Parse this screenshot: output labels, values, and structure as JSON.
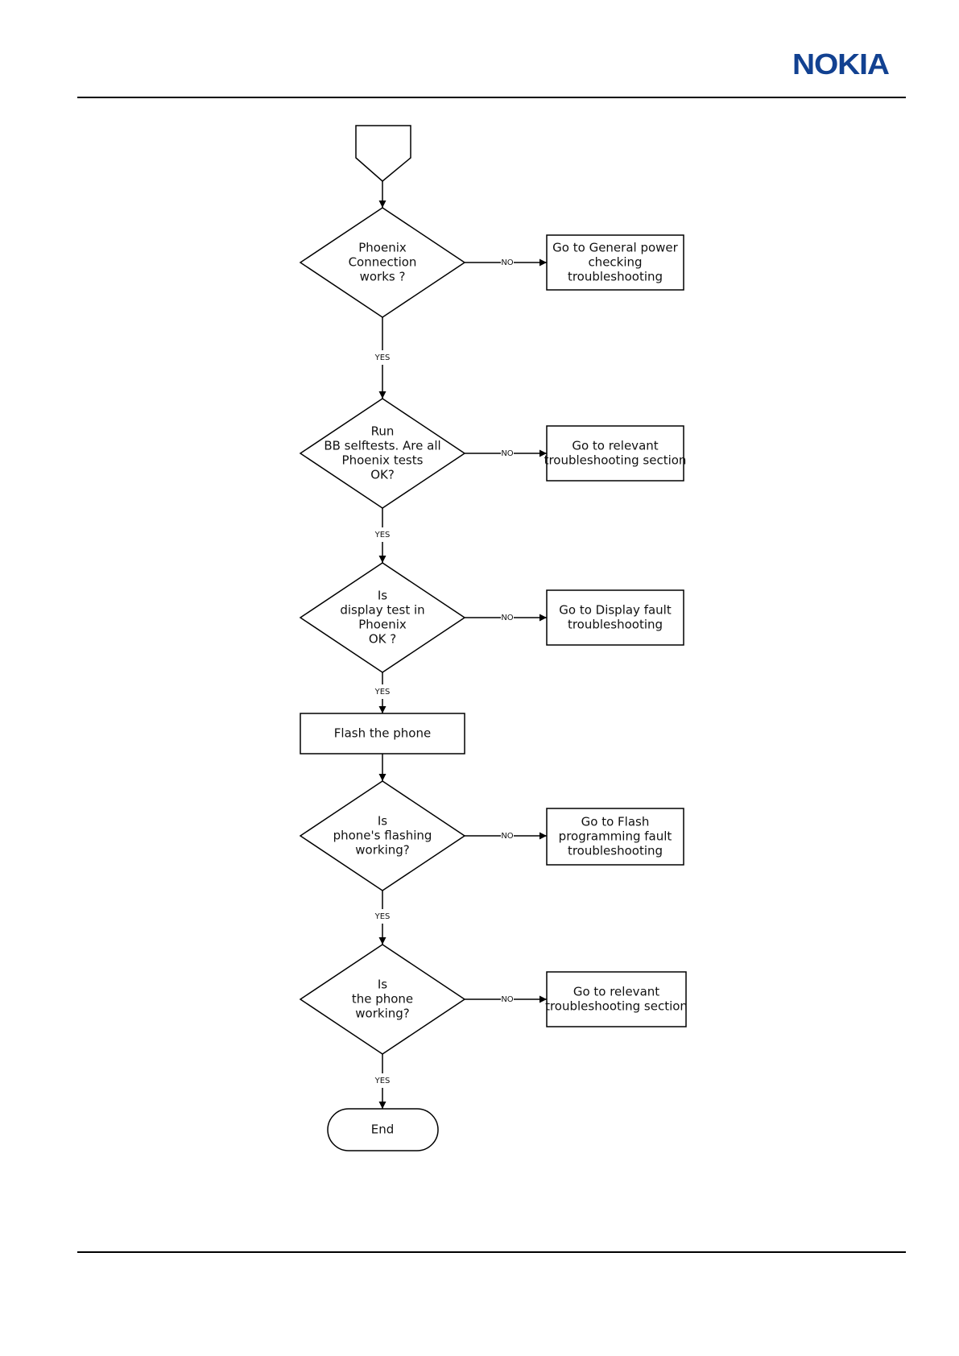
{
  "header": {
    "brand": "NOKIA",
    "brand_color": "#124191"
  },
  "flowchart": {
    "decisions": [
      {
        "lines": [
          "Phoenix",
          "Connection",
          "works ?"
        ]
      },
      {
        "lines": [
          "Run",
          "BB selftests. Are all",
          "Phoenix tests",
          "OK?"
        ]
      },
      {
        "lines": [
          "Is",
          "display test in",
          "Phoenix",
          "OK ?"
        ]
      },
      {
        "lines": [
          "Is",
          "phone's flashing",
          "working?"
        ]
      },
      {
        "lines": [
          "Is",
          "the phone",
          "working?"
        ]
      }
    ],
    "outcomes": [
      {
        "lines": [
          "Go to General power",
          "checking",
          "troubleshooting"
        ]
      },
      {
        "lines": [
          "Go to relevant",
          "troubleshooting section"
        ]
      },
      {
        "lines": [
          "Go to Display fault",
          "troubleshooting"
        ]
      },
      {
        "lines": [
          "Go to Flash",
          "programming fault",
          "troubleshooting"
        ]
      },
      {
        "lines": [
          "Go to relevant",
          "troubleshooting section"
        ]
      }
    ],
    "process": {
      "label": "Flash the phone"
    },
    "terminal": {
      "label": "End"
    },
    "yes_label": "YES",
    "no_label": "NO"
  }
}
